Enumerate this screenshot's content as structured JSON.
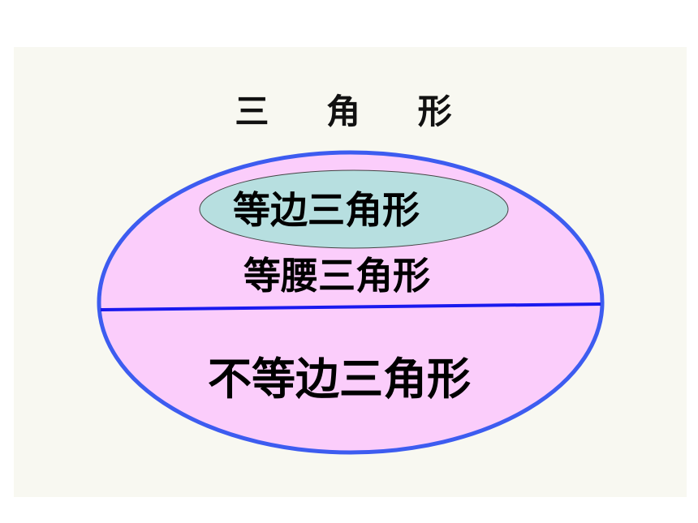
{
  "title": "三 角 形",
  "regions": {
    "equilateral": "等边三角形",
    "isosceles": "等腰三角形",
    "scalene": "不等边三角形"
  },
  "colors": {
    "background_panel": "#f8f8f1",
    "outer_fill": "#fbcdfb",
    "outer_stroke": "#3d5cf0",
    "inner_fill": "#b7dfe0",
    "divider": "#1a1aee"
  }
}
